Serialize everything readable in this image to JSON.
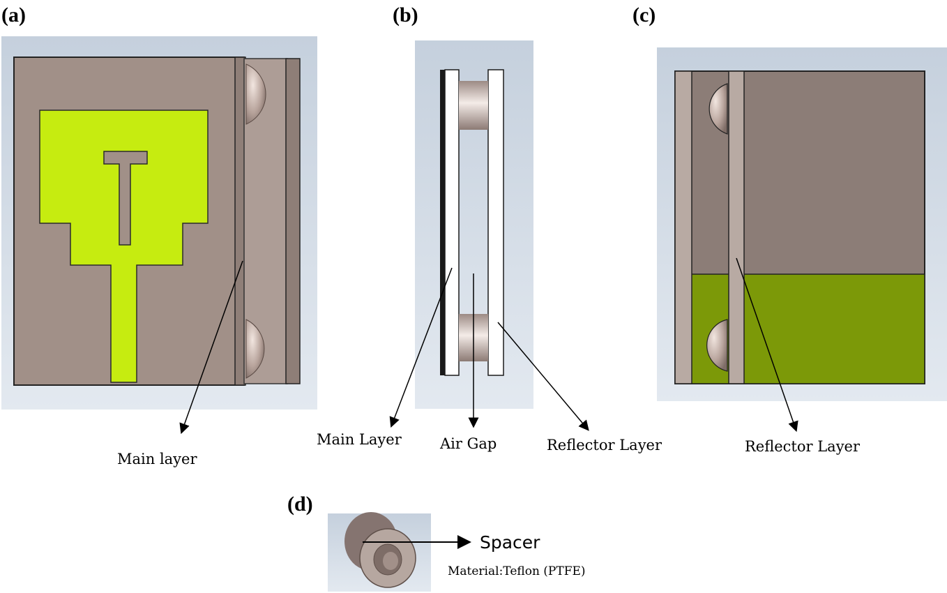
{
  "panels": {
    "a": {
      "label": "(a)",
      "callout": "Main layer"
    },
    "b": {
      "label": "(b)",
      "callouts": {
        "left": "Main Layer",
        "middle": "Air Gap",
        "right": "Reflector Layer"
      }
    },
    "c": {
      "label": "(c)",
      "callout": "Reflector Layer"
    },
    "d": {
      "label": "(d)",
      "callout": "Spacer",
      "material": "Material:Teflon (PTFE)"
    }
  },
  "colors": {
    "substrate": "#a19088",
    "substrate_light": "#b8aaa3",
    "patch": "#c6ec10",
    "ground_plane": "#7c9908",
    "background_panel": "#d3dde8",
    "spacer": "#9a8a84"
  }
}
